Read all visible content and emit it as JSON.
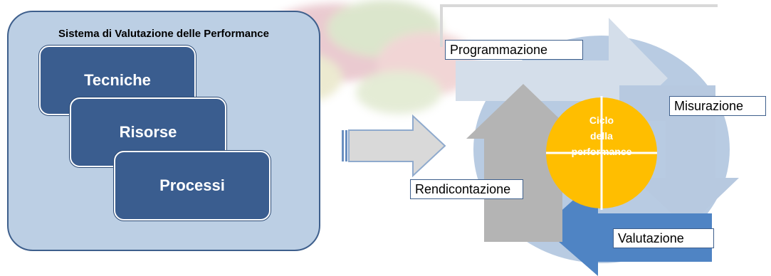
{
  "system": {
    "title": "Sistema di Valutazione delle Performance",
    "boxes": [
      {
        "label": "Tecniche"
      },
      {
        "label": "Risorse"
      },
      {
        "label": "Processi"
      }
    ]
  },
  "cycle": {
    "center_lines": [
      "Ciclo",
      "della",
      "performance"
    ],
    "stages": {
      "programmazione": "Programmazione",
      "misurazione": "Misurazione",
      "valutazione": "Valutazione",
      "rendicontazione": "Rendicontazione"
    }
  },
  "colors": {
    "panel_fill": "#bccfe4",
    "box_fill": "#3a5d8f",
    "stage_light": "#d4deea",
    "stage_mid": "#b7c9e0",
    "stage_blue": "#4f84c4",
    "stage_gray": "#b4b4b4",
    "center_orange": "#ffbe00"
  }
}
